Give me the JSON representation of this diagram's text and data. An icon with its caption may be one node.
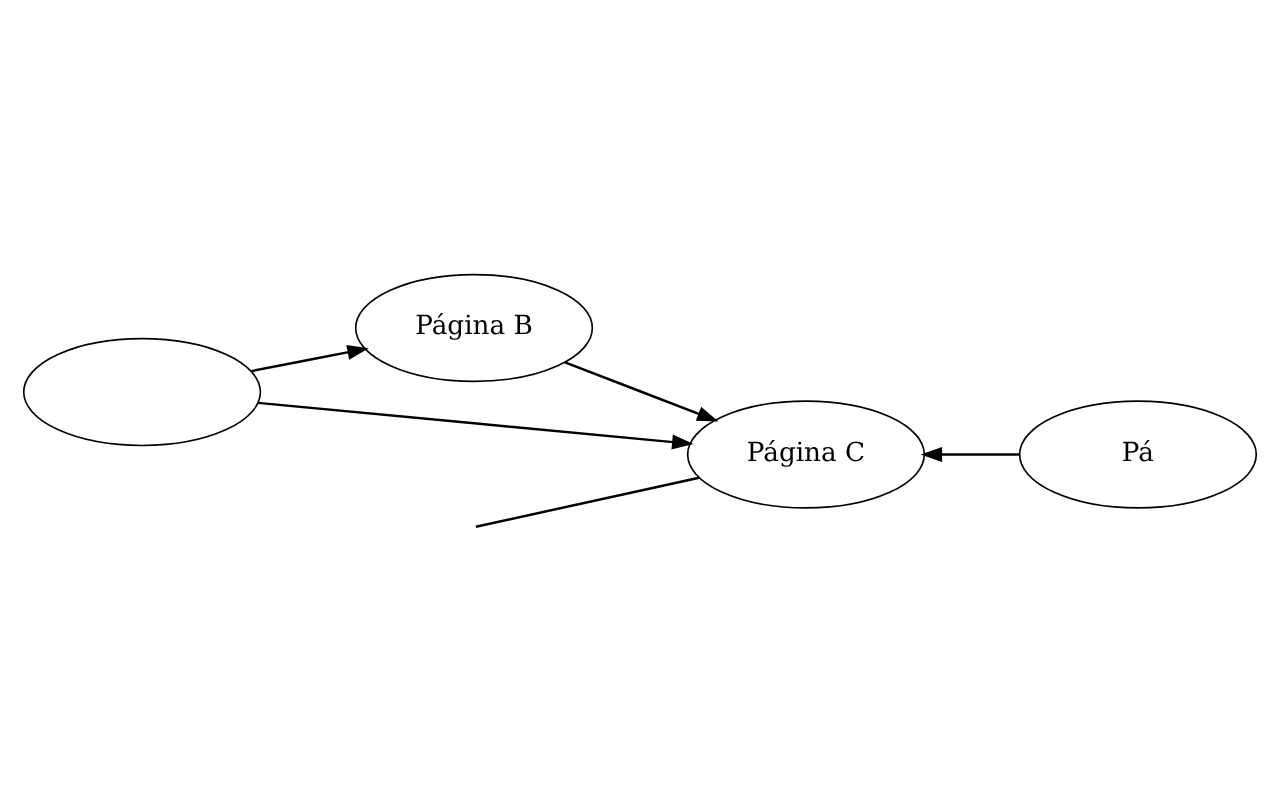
{
  "diagram": {
    "nodes": [
      {
        "text": [],
        "shape": "ellipse"
      },
      {
        "text": [
          "Página B"
        ]
      },
      {
        "text": [
          "Página C"
        ]
      },
      {
        "text": [
          "Pá"
        ]
      }
    ],
    "edges": [
      {
        "from": 0,
        "to": 1,
        "arrow": "to"
      },
      {
        "from": 0,
        "to": 2,
        "arrow": "to"
      },
      {
        "from": null,
        "to": 2,
        "arrow": "none"
      },
      {
        "from": 1,
        "to": 2,
        "arrow": "to"
      },
      {
        "from": 3,
        "to": 2,
        "arrow": "to"
      }
    ]
  }
}
